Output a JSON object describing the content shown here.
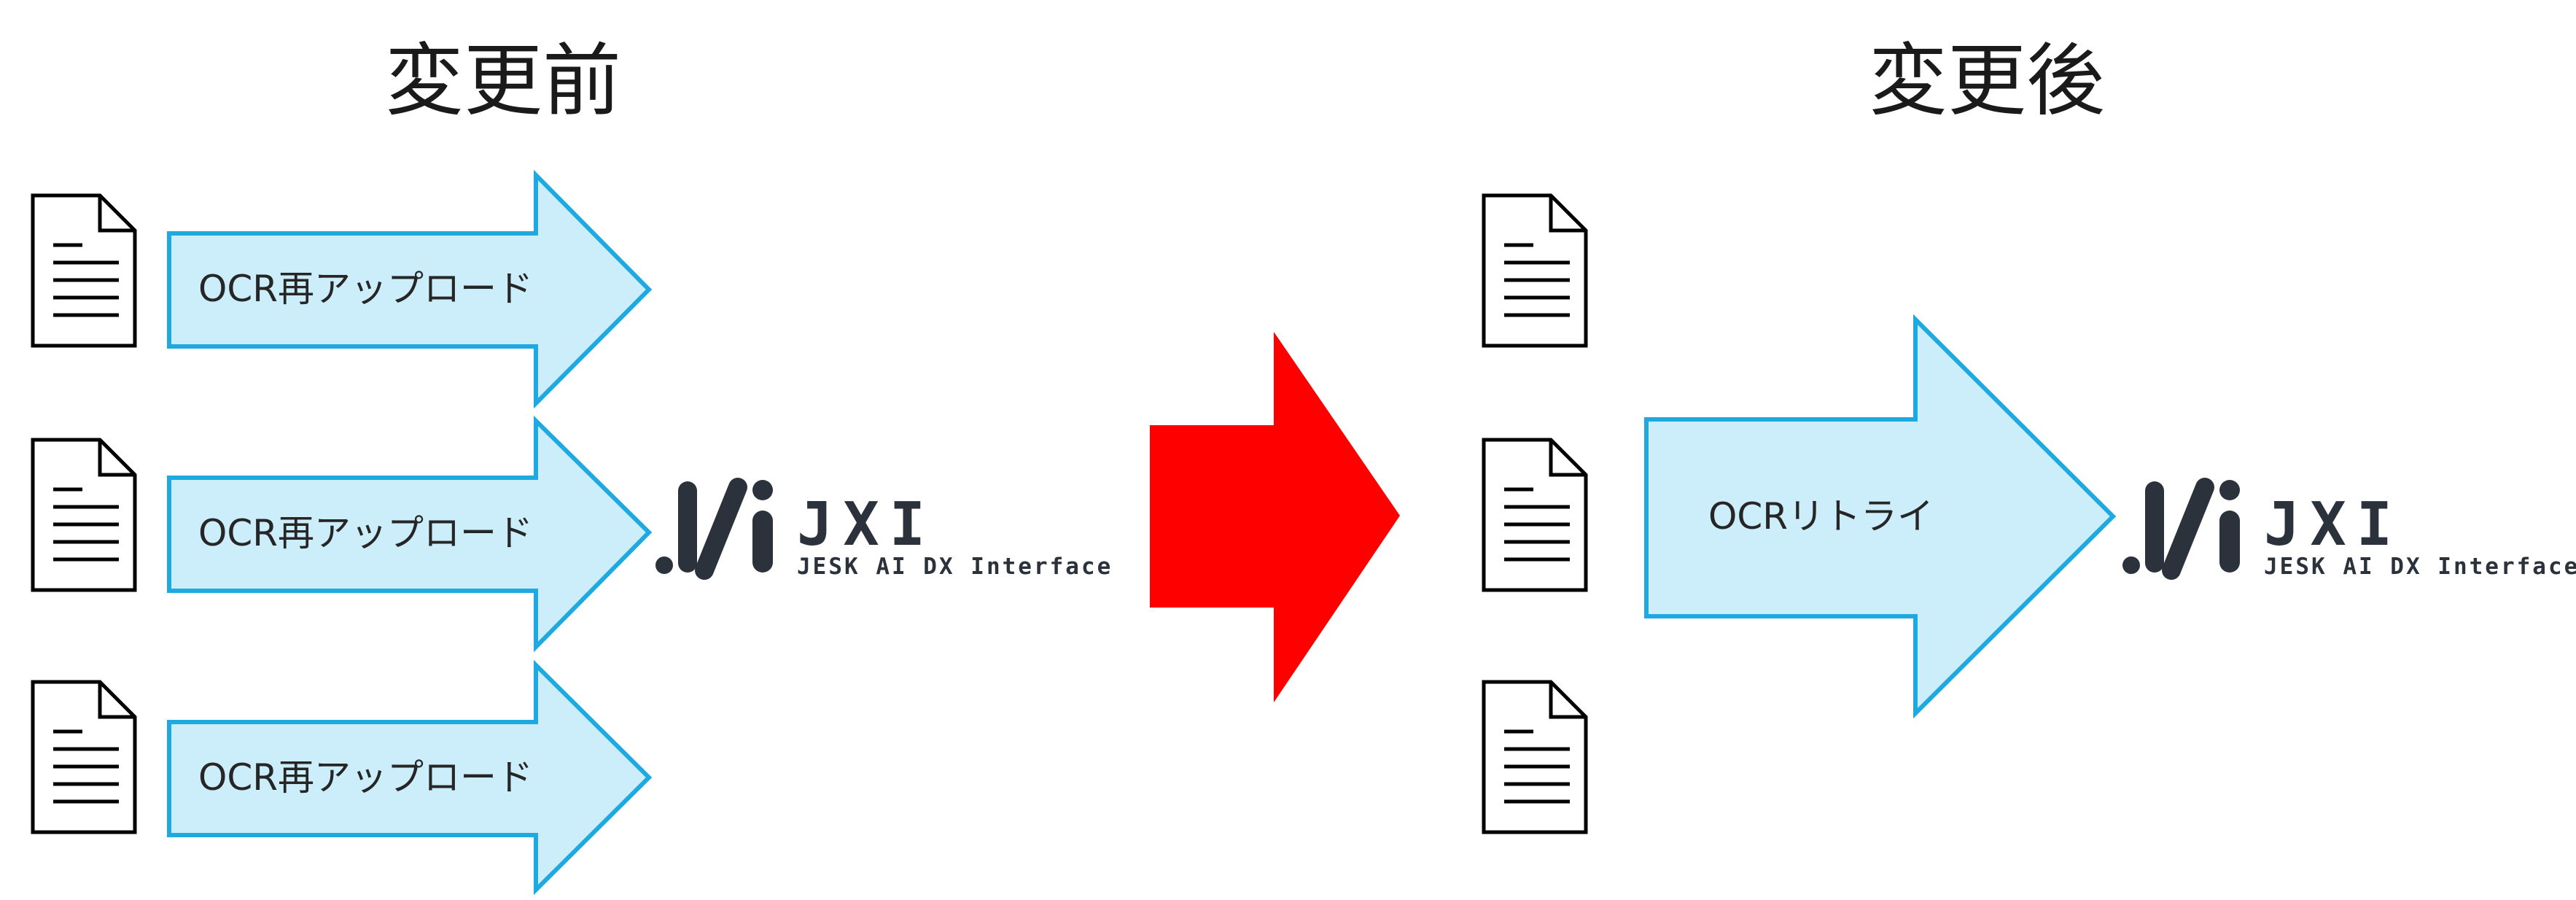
{
  "before": {
    "heading": "変更前",
    "arrows": [
      {
        "label": "OCR再アップロード"
      },
      {
        "label": "OCR再アップロード"
      },
      {
        "label": "OCR再アップロード"
      }
    ]
  },
  "after": {
    "heading": "変更後",
    "arrow": {
      "label": "OCRリトライ"
    }
  },
  "brand": {
    "mark": "Ji",
    "name": "JXI",
    "tagline": "JESK AI DX Interface"
  },
  "colors": {
    "arrow_fill": "#ccedfa",
    "arrow_stroke": "#1fa9e1",
    "transition_arrow": "#ff0000",
    "document_stroke": "#000000",
    "brand": "#2b323b"
  },
  "icons": {
    "document": "document-icon",
    "transition": "transition-arrow-icon"
  }
}
